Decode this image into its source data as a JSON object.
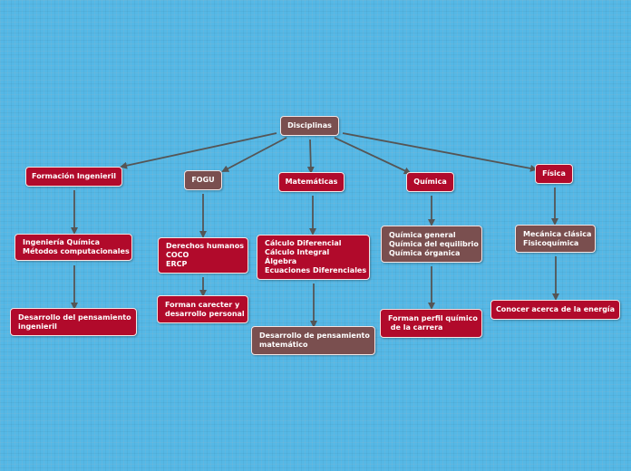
{
  "colors": {
    "red": "#b10a2b",
    "brown": "#7a4f4f",
    "background": "#55b8e6",
    "connector": "#555555"
  },
  "nodes": {
    "root": "Disciplinas",
    "formacion": "Formación Ingenieril",
    "fogu": "FOGU",
    "matematicas": "Matemáticas",
    "quimica": "Química",
    "fisica": "Física",
    "formacion_sub": "Ingeniería Química\nMétodos computacionales",
    "fogu_sub": "Derechos humanos\nCOCO\nERCP",
    "matematicas_sub": "Cálculo Diferencial\nCálculo Integral\nÁlgebra\nEcuaciones Diferenciales",
    "quimica_sub": "Química general\nQuímica del equilibrio\nQuímica órganica",
    "fisica_sub": "Mecánica clásica\nFisicoquímica",
    "formacion_out": "Desarrollo del pensamiento\ningenieril",
    "fogu_out": "Forman carecter y\ndesarrollo personal",
    "matematicas_out": "Desarrollo de pensamiento\nmatemático",
    "quimica_out": "Forman perfil químico\n de la carrera",
    "fisica_out": "Conocer acerca de la energía"
  }
}
